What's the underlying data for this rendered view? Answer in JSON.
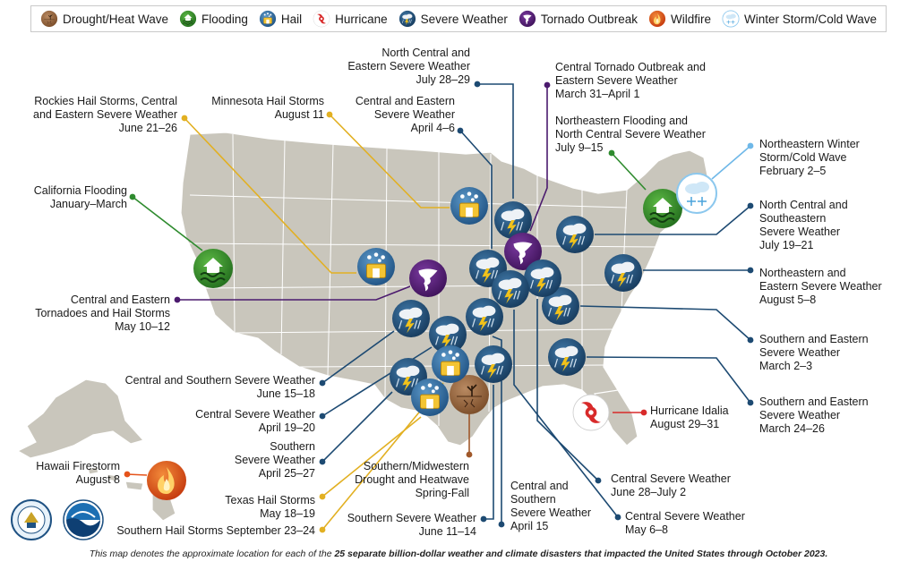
{
  "legend": [
    {
      "label": "Drought/Heat Wave",
      "icon": "drought-icon",
      "color": "#a0582a"
    },
    {
      "label": "Flooding",
      "icon": "flooding-icon",
      "color": "#2e8b2e"
    },
    {
      "label": "Hail",
      "icon": "hail-icon",
      "color": "#e2b022"
    },
    {
      "label": "Hurricane",
      "icon": "hurricane-icon",
      "color": "#d82a2a"
    },
    {
      "label": "Severe Weather",
      "icon": "severe-weather-icon",
      "color": "#1d4a72"
    },
    {
      "label": "Tornado Outbreak",
      "icon": "tornado-icon",
      "color": "#4b1a6e"
    },
    {
      "label": "Wildfire",
      "icon": "wildfire-icon",
      "color": "#e5531a"
    },
    {
      "label": "Winter Storm/Cold Wave",
      "icon": "winter-storm-icon",
      "color": "#6fb8e8"
    }
  ],
  "events": [
    {
      "name": "North Central and Eastern Severe Weather",
      "lines": [
        "North Central and",
        "Eastern Severe Weather",
        "July 28–29"
      ],
      "type": "Severe Weather"
    },
    {
      "name": "Central Tornado Outbreak and Eastern Severe Weather",
      "lines": [
        "Central Tornado Outbreak and",
        "Eastern Severe Weather",
        "March 31–April 1"
      ],
      "type": "Tornado Outbreak"
    },
    {
      "name": "Rockies Hail Storms, Central and Eastern Severe Weather",
      "lines": [
        "Rockies Hail Storms, Central",
        "and Eastern Severe Weather",
        "June 21–26"
      ],
      "type": "Hail"
    },
    {
      "name": "Minnesota Hail Storms",
      "lines": [
        "Minnesota Hail Storms",
        "August 11"
      ],
      "type": "Hail"
    },
    {
      "name": "Central and Eastern Severe Weather",
      "lines": [
        "Central and Eastern",
        "Severe Weather",
        "April 4–6"
      ],
      "type": "Severe Weather"
    },
    {
      "name": "Northeastern Flooding and North Central Severe Weather",
      "lines": [
        "Northeastern Flooding and",
        "North Central Severe Weather",
        "July 9–15"
      ],
      "type": "Flooding"
    },
    {
      "name": "Northeastern Winter Storm/Cold Wave",
      "lines": [
        "Northeastern Winter",
        "Storm/Cold Wave",
        "February 2–5"
      ],
      "type": "Winter Storm/Cold Wave"
    },
    {
      "name": "California Flooding",
      "lines": [
        "California Flooding",
        "January–March"
      ],
      "type": "Flooding"
    },
    {
      "name": "North Central and Southeastern Severe Weather",
      "lines": [
        "North Central and",
        "Southeastern",
        "Severe Weather",
        "July 19–21"
      ],
      "type": "Severe Weather"
    },
    {
      "name": "Northeastern and Eastern Severe Weather",
      "lines": [
        "Northeastern and",
        "Eastern Severe Weather",
        "August 5–8"
      ],
      "type": "Severe Weather"
    },
    {
      "name": "Central and Eastern Tornadoes and Hail Storms",
      "lines": [
        "Central and Eastern",
        "Tornadoes and Hail Storms",
        "May 10–12"
      ],
      "type": "Tornado Outbreak"
    },
    {
      "name": "Southern and Eastern Severe Weather (March)",
      "lines": [
        "Southern and Eastern",
        "Severe Weather",
        "March 2–3"
      ],
      "type": "Severe Weather"
    },
    {
      "name": "Central and Southern Severe Weather",
      "lines": [
        "Central and Southern Severe Weather",
        "June 15–18"
      ],
      "type": "Severe Weather"
    },
    {
      "name": "Southern and Eastern Severe Weather (March 24)",
      "lines": [
        "Southern and Eastern",
        "Severe Weather",
        "March 24–26"
      ],
      "type": "Severe Weather"
    },
    {
      "name": "Hurricane Idalia",
      "lines": [
        "Hurricane Idalia",
        "August 29–31"
      ],
      "type": "Hurricane"
    },
    {
      "name": "Central Severe Weather (April)",
      "lines": [
        "Central Severe Weather",
        "April 19–20"
      ],
      "type": "Severe Weather"
    },
    {
      "name": "Southern Severe Weather (April)",
      "lines": [
        "Southern",
        "Severe Weather",
        "April 25–27"
      ],
      "type": "Severe Weather"
    },
    {
      "name": "Hawaii Firestorm",
      "lines": [
        "Hawaii Firestorm",
        "August 8"
      ],
      "type": "Wildfire"
    },
    {
      "name": "Southern/Midwestern Drought and Heatwave",
      "lines": [
        "Southern/Midwestern",
        "Drought and Heatwave",
        "Spring-Fall"
      ],
      "type": "Drought/Heat Wave"
    },
    {
      "name": "Central and Southern Severe Weather (April 15)",
      "lines": [
        "Central and",
        "Southern",
        "Severe Weather",
        "April 15"
      ],
      "type": "Severe Weather"
    },
    {
      "name": "Central Severe Weather (June-July)",
      "lines": [
        "Central Severe Weather",
        "June 28–July 2"
      ],
      "type": "Severe Weather"
    },
    {
      "name": "Texas Hail Storms",
      "lines": [
        "Texas Hail Storms",
        "May 18–19"
      ],
      "type": "Hail"
    },
    {
      "name": "Central Severe Weather (May)",
      "lines": [
        "Central Severe Weather",
        "May 6–8"
      ],
      "type": "Severe Weather"
    },
    {
      "name": "Southern Severe Weather (June)",
      "lines": [
        "Southern Severe Weather",
        "June 11–14"
      ],
      "type": "Severe Weather"
    },
    {
      "name": "Southern Hail Storms",
      "lines": [
        "Southern Hail Storms September 23–24"
      ],
      "type": "Hail"
    }
  ],
  "caption": {
    "prefix": "This map denotes the approximate location for each of the ",
    "bold": "25 separate billion-dollar weather and climate disasters that impacted the United States through October 2023."
  },
  "logos": [
    "U.S. Department of Commerce seal",
    "NOAA logo"
  ]
}
